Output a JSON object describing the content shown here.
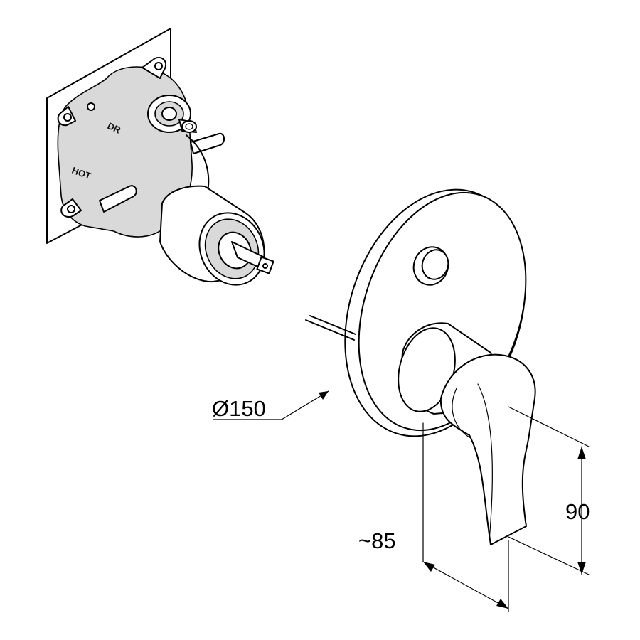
{
  "dimensions": {
    "diameter_label": "Ø150",
    "depth_label": "~85",
    "height_label": "90"
  },
  "valve_body": {
    "port_label_top": "DR",
    "port_label_side": "HOT"
  },
  "colors": {
    "line": "#000000",
    "background": "#ffffff",
    "shade": "#d9d9d9"
  }
}
